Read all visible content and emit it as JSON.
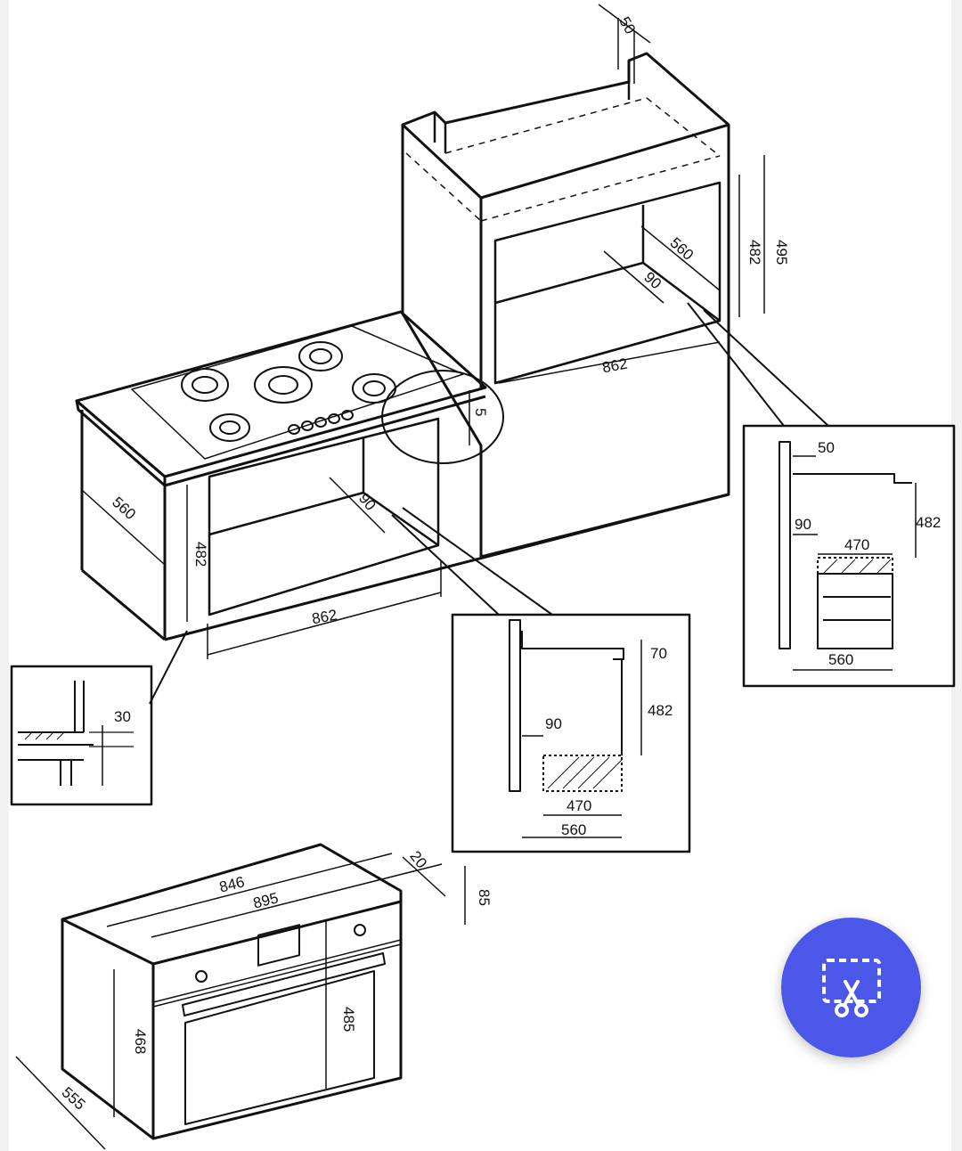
{
  "colors": {
    "line": "#111111",
    "fab": "#4a57e8",
    "background": "#ffffff"
  },
  "main_view": {
    "tall_cabinet": {
      "top_gap": "50",
      "height_outer": "495",
      "height_inner": "482",
      "depth": "560",
      "rear_gap": "90",
      "width": "862"
    },
    "hob_cabinet": {
      "countertop_gap": "5",
      "depth": "560",
      "height": "482",
      "rear_gap": "90",
      "width": "862"
    }
  },
  "detail_plinth": {
    "gap": "30"
  },
  "detail_under_hob": {
    "top_gap": "70",
    "height": "482",
    "rear_gap": "90",
    "oven_depth": "470",
    "cabinet_depth": "560"
  },
  "detail_tall": {
    "top_gap": "50",
    "height": "482",
    "rear_gap": "90",
    "oven_depth": "470",
    "cabinet_depth": "560"
  },
  "oven": {
    "width_body": "846",
    "width_front": "895",
    "front_thickness": "20",
    "panel_height": "85",
    "front_height": "485",
    "body_height": "468",
    "depth": "555"
  },
  "fab": {
    "icon": "screenshot-scissors-icon"
  }
}
